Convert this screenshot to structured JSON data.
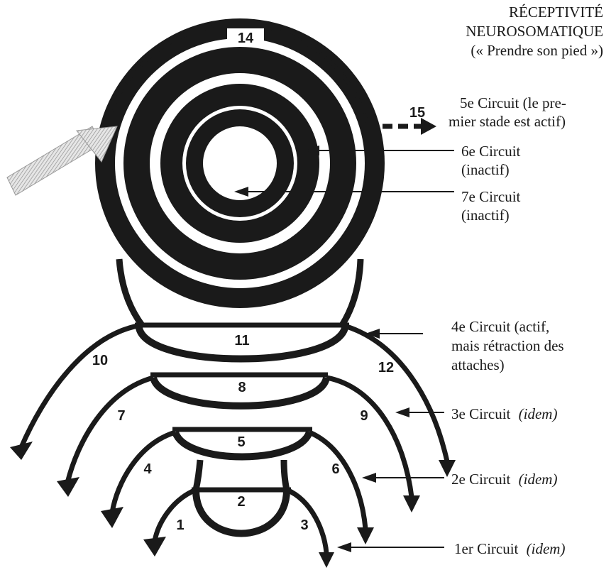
{
  "header": {
    "line1": "RÉCEPTIVITÉ",
    "line2": "NEUROSOMATIQUE",
    "line3": "(« Prendre son pied »)"
  },
  "callouts": {
    "c5": {
      "line1": "5e Circuit (le pre-",
      "line2": "mier stade est actif)"
    },
    "c6": {
      "line1": "6e Circuit",
      "line2": "(inactif)"
    },
    "c7": {
      "line1": "7e Circuit",
      "line2": "(inactif)"
    },
    "c4": {
      "line1": "4e  Circuit  (actif,",
      "line2": "mais rétraction des",
      "line3": "attaches)"
    },
    "c3": {
      "text": "3e Circuit",
      "em": "(idem)"
    },
    "c2": {
      "text": "2e Circuit",
      "em": "(idem)"
    },
    "c1": {
      "text": "1er Circuit",
      "em": "(idem)"
    }
  },
  "numbers": {
    "n1": "1",
    "n2": "2",
    "n3": "3",
    "n4": "4",
    "n5": "5",
    "n6": "6",
    "n7": "7",
    "n8": "8",
    "n9": "9",
    "n10": "10",
    "n11": "11",
    "n12": "12",
    "n14": "14",
    "n15": "15"
  },
  "colors": {
    "ink": "#1a1a1a",
    "paper": "#ffffff",
    "arrow_grey": "#bdbdbd"
  }
}
